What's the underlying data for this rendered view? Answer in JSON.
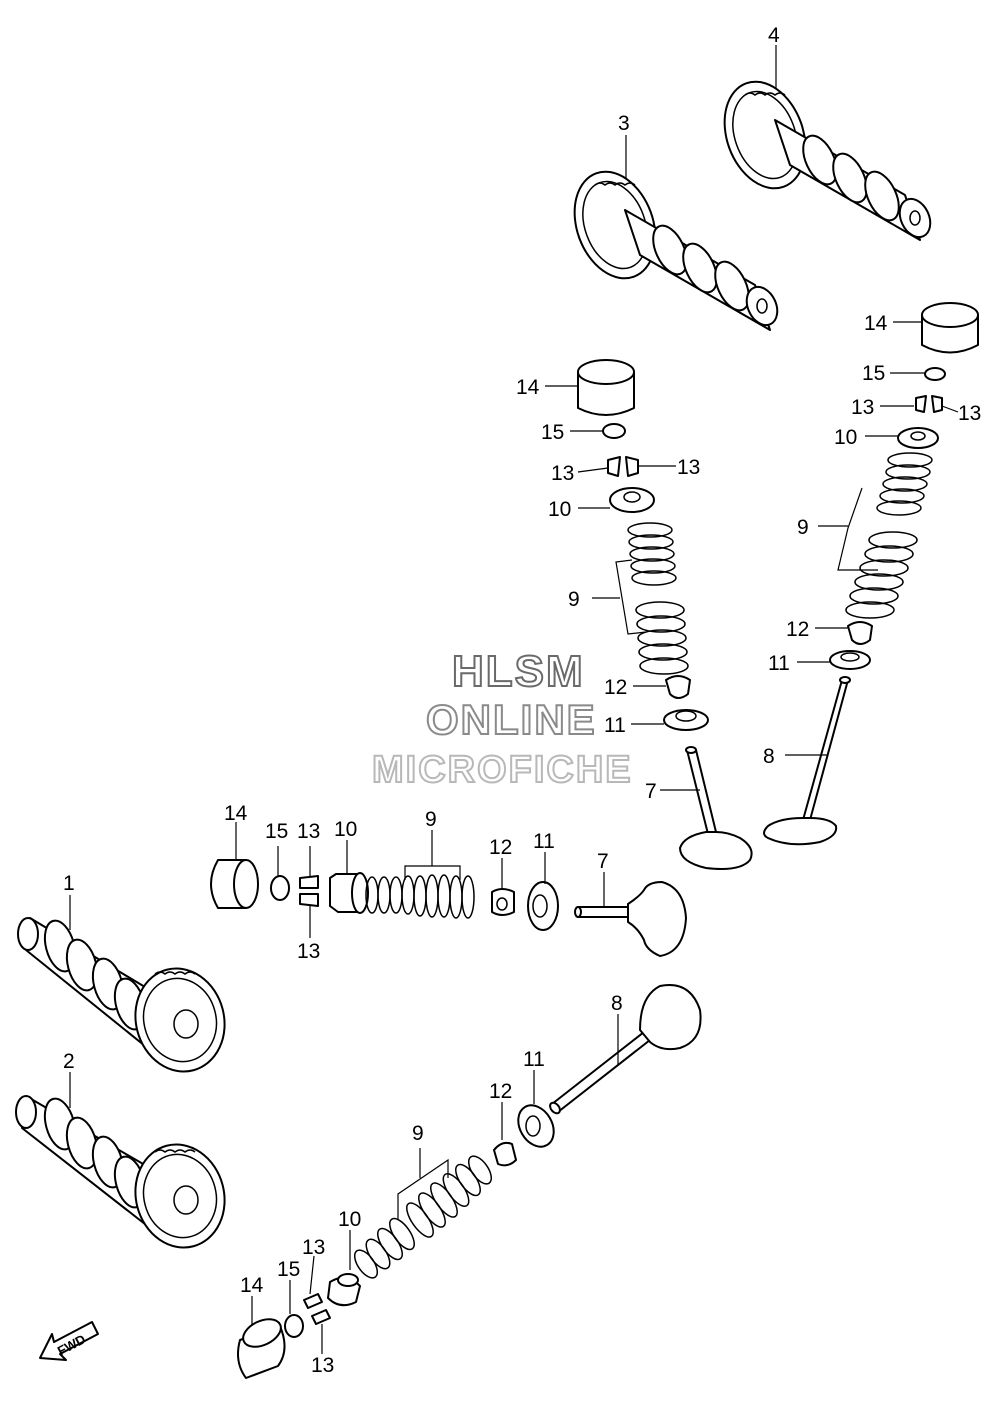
{
  "watermark": {
    "line1": "HLSM",
    "line2": "ONLINE",
    "line3": "MICROFICHE"
  },
  "direction_marker": {
    "label": "FWD",
    "icon": "fwd-arrow-icon"
  },
  "callouts": {
    "c1": "1",
    "c2": "2",
    "c3": "3",
    "c4": "4",
    "c7": "7",
    "c8": "8",
    "c9": "9",
    "c10": "10",
    "c11": "11",
    "c12": "12",
    "c13": "13",
    "c14": "14",
    "c15": "15"
  },
  "colors": {
    "line": "#000000",
    "background": "#ffffff",
    "watermark_dark": "#6a6a6a",
    "watermark_mid": "#8a8a8a",
    "watermark_light": "#b8b8b8"
  }
}
